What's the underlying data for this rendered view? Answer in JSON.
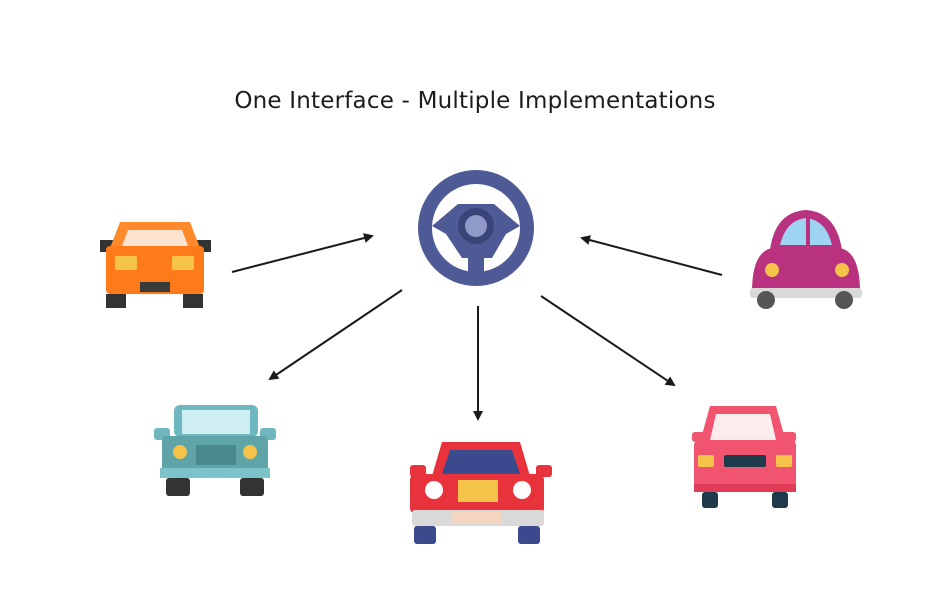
{
  "diagram": {
    "title": "One Interface - Multiple Implementations",
    "center_icon": "steering-wheel-icon",
    "nodes": [
      {
        "id": "orange-car",
        "icon": "orange-car-icon",
        "color": "#FF7A1A"
      },
      {
        "id": "pink-beetle-car",
        "icon": "pink-beetle-car-icon",
        "color": "#B83280"
      },
      {
        "id": "teal-jeep",
        "icon": "teal-jeep-icon",
        "color": "#5FA5A8"
      },
      {
        "id": "red-car",
        "icon": "red-car-icon",
        "color": "#E8323C"
      },
      {
        "id": "pink-car",
        "icon": "pink-car-icon",
        "color": "#F0546E"
      }
    ],
    "edges": [
      {
        "from": "orange-car",
        "to": "steering-wheel"
      },
      {
        "from": "pink-beetle-car",
        "to": "steering-wheel"
      },
      {
        "from": "steering-wheel",
        "to": "teal-jeep"
      },
      {
        "from": "steering-wheel",
        "to": "red-car"
      },
      {
        "from": "steering-wheel",
        "to": "pink-car"
      }
    ],
    "colors": {
      "wheel": "#4E5A96",
      "arrow": "#1a1a1a",
      "text": "#1c1c1c"
    }
  }
}
